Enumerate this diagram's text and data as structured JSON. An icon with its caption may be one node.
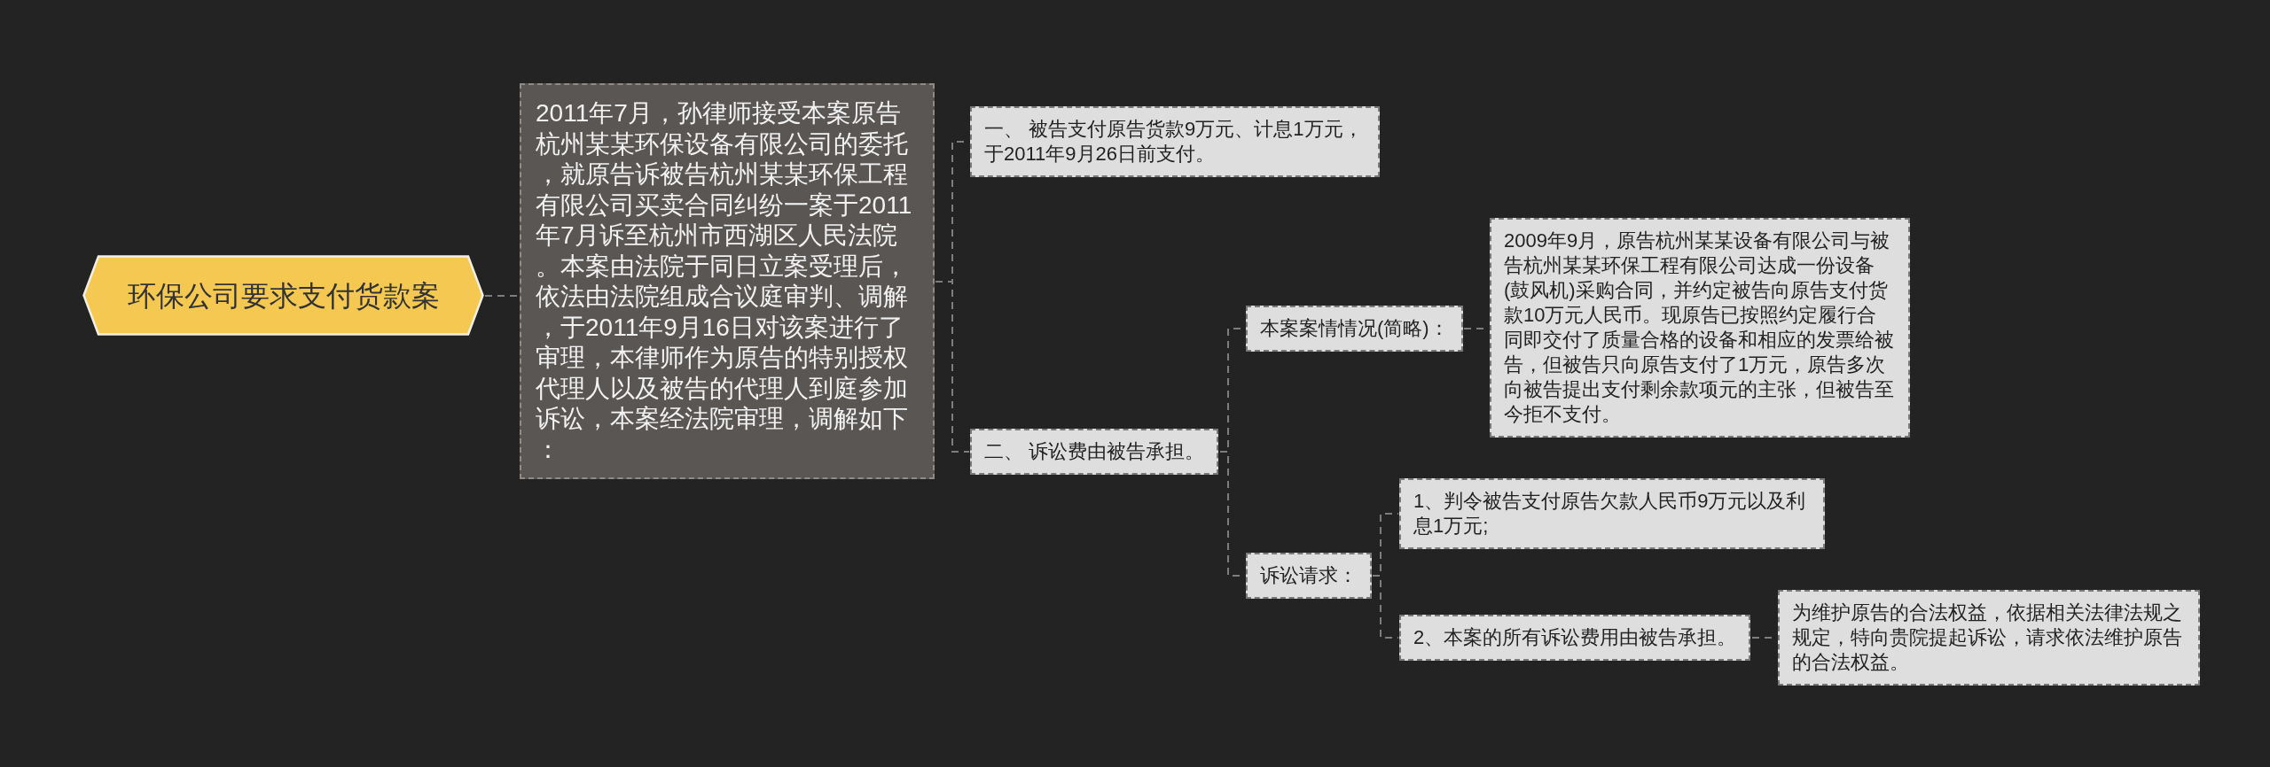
{
  "diagram": {
    "nodes": [
      {
        "text": [
          "环保公司要求支付货款案"
        ]
      },
      {
        "text": [
          "2011年7月，孙律师接受本案原告杭州某某环保设备有限公司的委托，就原告诉被告杭州某某环保工程有限公司买卖合同纠纷一案于2011年7月诉至杭州市西湖区人民法院。本案由法院于同日立案受理后，依法由法院组成合议庭审判、调解，于2011年9月16日对该案进行了审理，本律师作为原告的特别授权代理人以及被告的代理人到庭参加诉讼，本案经法院审理，调解如下："
        ]
      },
      {
        "text": [
          "一、 被告支付原告货款9万元、计息1万元，于2011年9月26日前支付。"
        ]
      },
      {
        "text": [
          "二、 诉讼费由被告承担。"
        ]
      },
      {
        "text": [
          "本案案情情况(简略)："
        ]
      },
      {
        "text": [
          "2009年9月，原告杭州某某设备有限公司与被告杭州某某环保工程有限公司达成一份设备(鼓风机)采购合同，并约定被告向原告支付货款10万元人民币。现原告已按照约定履行合同即交付了质量合格的设备和相应的发票给被告，但被告只向原告支付了1万元，原告多次向被告提出支付剩余款项元的主张，但被告至今拒不支付。"
        ]
      },
      {
        "text": [
          "诉讼请求："
        ]
      },
      {
        "text": [
          "1、判令被告支付原告欠款人民币9万元以及利息1万元;"
        ]
      },
      {
        "text": [
          "2、本案的所有诉讼费用由被告承担。"
        ]
      },
      {
        "text": [
          "为维护原告的合法权益，依据相关法律法规之规定，特向贵院提起诉讼，请求依法维护原告的合法权益。"
        ]
      }
    ],
    "edges": [
      {
        "from": 0,
        "to": 1,
        "arrow": "none"
      },
      {
        "from": 1,
        "to": 2,
        "arrow": "none"
      },
      {
        "from": 1,
        "to": 3,
        "arrow": "none"
      },
      {
        "from": 3,
        "to": 4,
        "arrow": "none"
      },
      {
        "from": 4,
        "to": 5,
        "arrow": "none"
      },
      {
        "from": 3,
        "to": 6,
        "arrow": "none"
      },
      {
        "from": 6,
        "to": 7,
        "arrow": "none"
      },
      {
        "from": 6,
        "to": 8,
        "arrow": "none"
      },
      {
        "from": 8,
        "to": 9,
        "arrow": "none"
      }
    ]
  }
}
